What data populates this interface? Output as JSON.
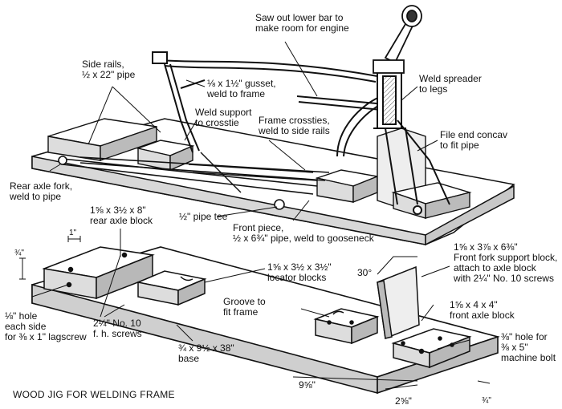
{
  "caption": "WOOD JIG FOR WELDING FRAME",
  "top_labels": {
    "saw_out": [
      "Saw out lower bar to",
      "make room for engine"
    ],
    "side_rails": [
      "Side rails,",
      "½ x 22\" pipe"
    ],
    "gusset": [
      "⅛ x 1½\" gusset,",
      "weld to frame"
    ],
    "weld_support": [
      "Weld support",
      "to crosstie"
    ],
    "frame_crossties": [
      "Frame crossties,",
      "weld to side rails"
    ],
    "weld_spreader": [
      "Weld spreader",
      "to legs"
    ],
    "file_end": [
      "File end concav",
      "to fit pipe"
    ],
    "rear_axle_fork": [
      "Rear axle fork,",
      "weld to pipe"
    ],
    "pipe_tee": "½\" pipe tee",
    "front_piece": [
      "Front piece,",
      "½ x 6¾\" pipe,  weld to gooseneck"
    ]
  },
  "bottom_labels": {
    "rear_axle_block": [
      "1⅝ x 3½ x 8\"",
      "rear axle block"
    ],
    "dim_1": "1\"",
    "dim_3_4": "¾\"",
    "locator_blocks": [
      "1⅝ x 3½ x 3½\"",
      "locator blocks"
    ],
    "angle": "30°",
    "front_fork_support": [
      "1⅝ x 3⅞ x 6⅜\"",
      "Front fork support block,",
      "attach to axle block",
      "with 2¼\" No. 10 screws"
    ],
    "hole_each_side": [
      "⅛\" hole",
      "each side",
      "for ⅜ x 1\" lagscrew"
    ],
    "screws": [
      "2¼\"  No. 10",
      "f. h.  screws"
    ],
    "groove": [
      "Groove to",
      "fit frame"
    ],
    "front_axle_block": [
      "1⅝ x 4 x 4\"",
      "front axle block"
    ],
    "hole_for_bolt": [
      "⅜\" hole for",
      "⅜ x 5\"",
      "machine bolt"
    ],
    "base": [
      "¾ x 9½ x 38\"",
      "base"
    ],
    "dim_9_5_8": "9⅝\"",
    "dim_2_5_8": "2⅝\"",
    "dim_3_4_b": "¾\""
  }
}
